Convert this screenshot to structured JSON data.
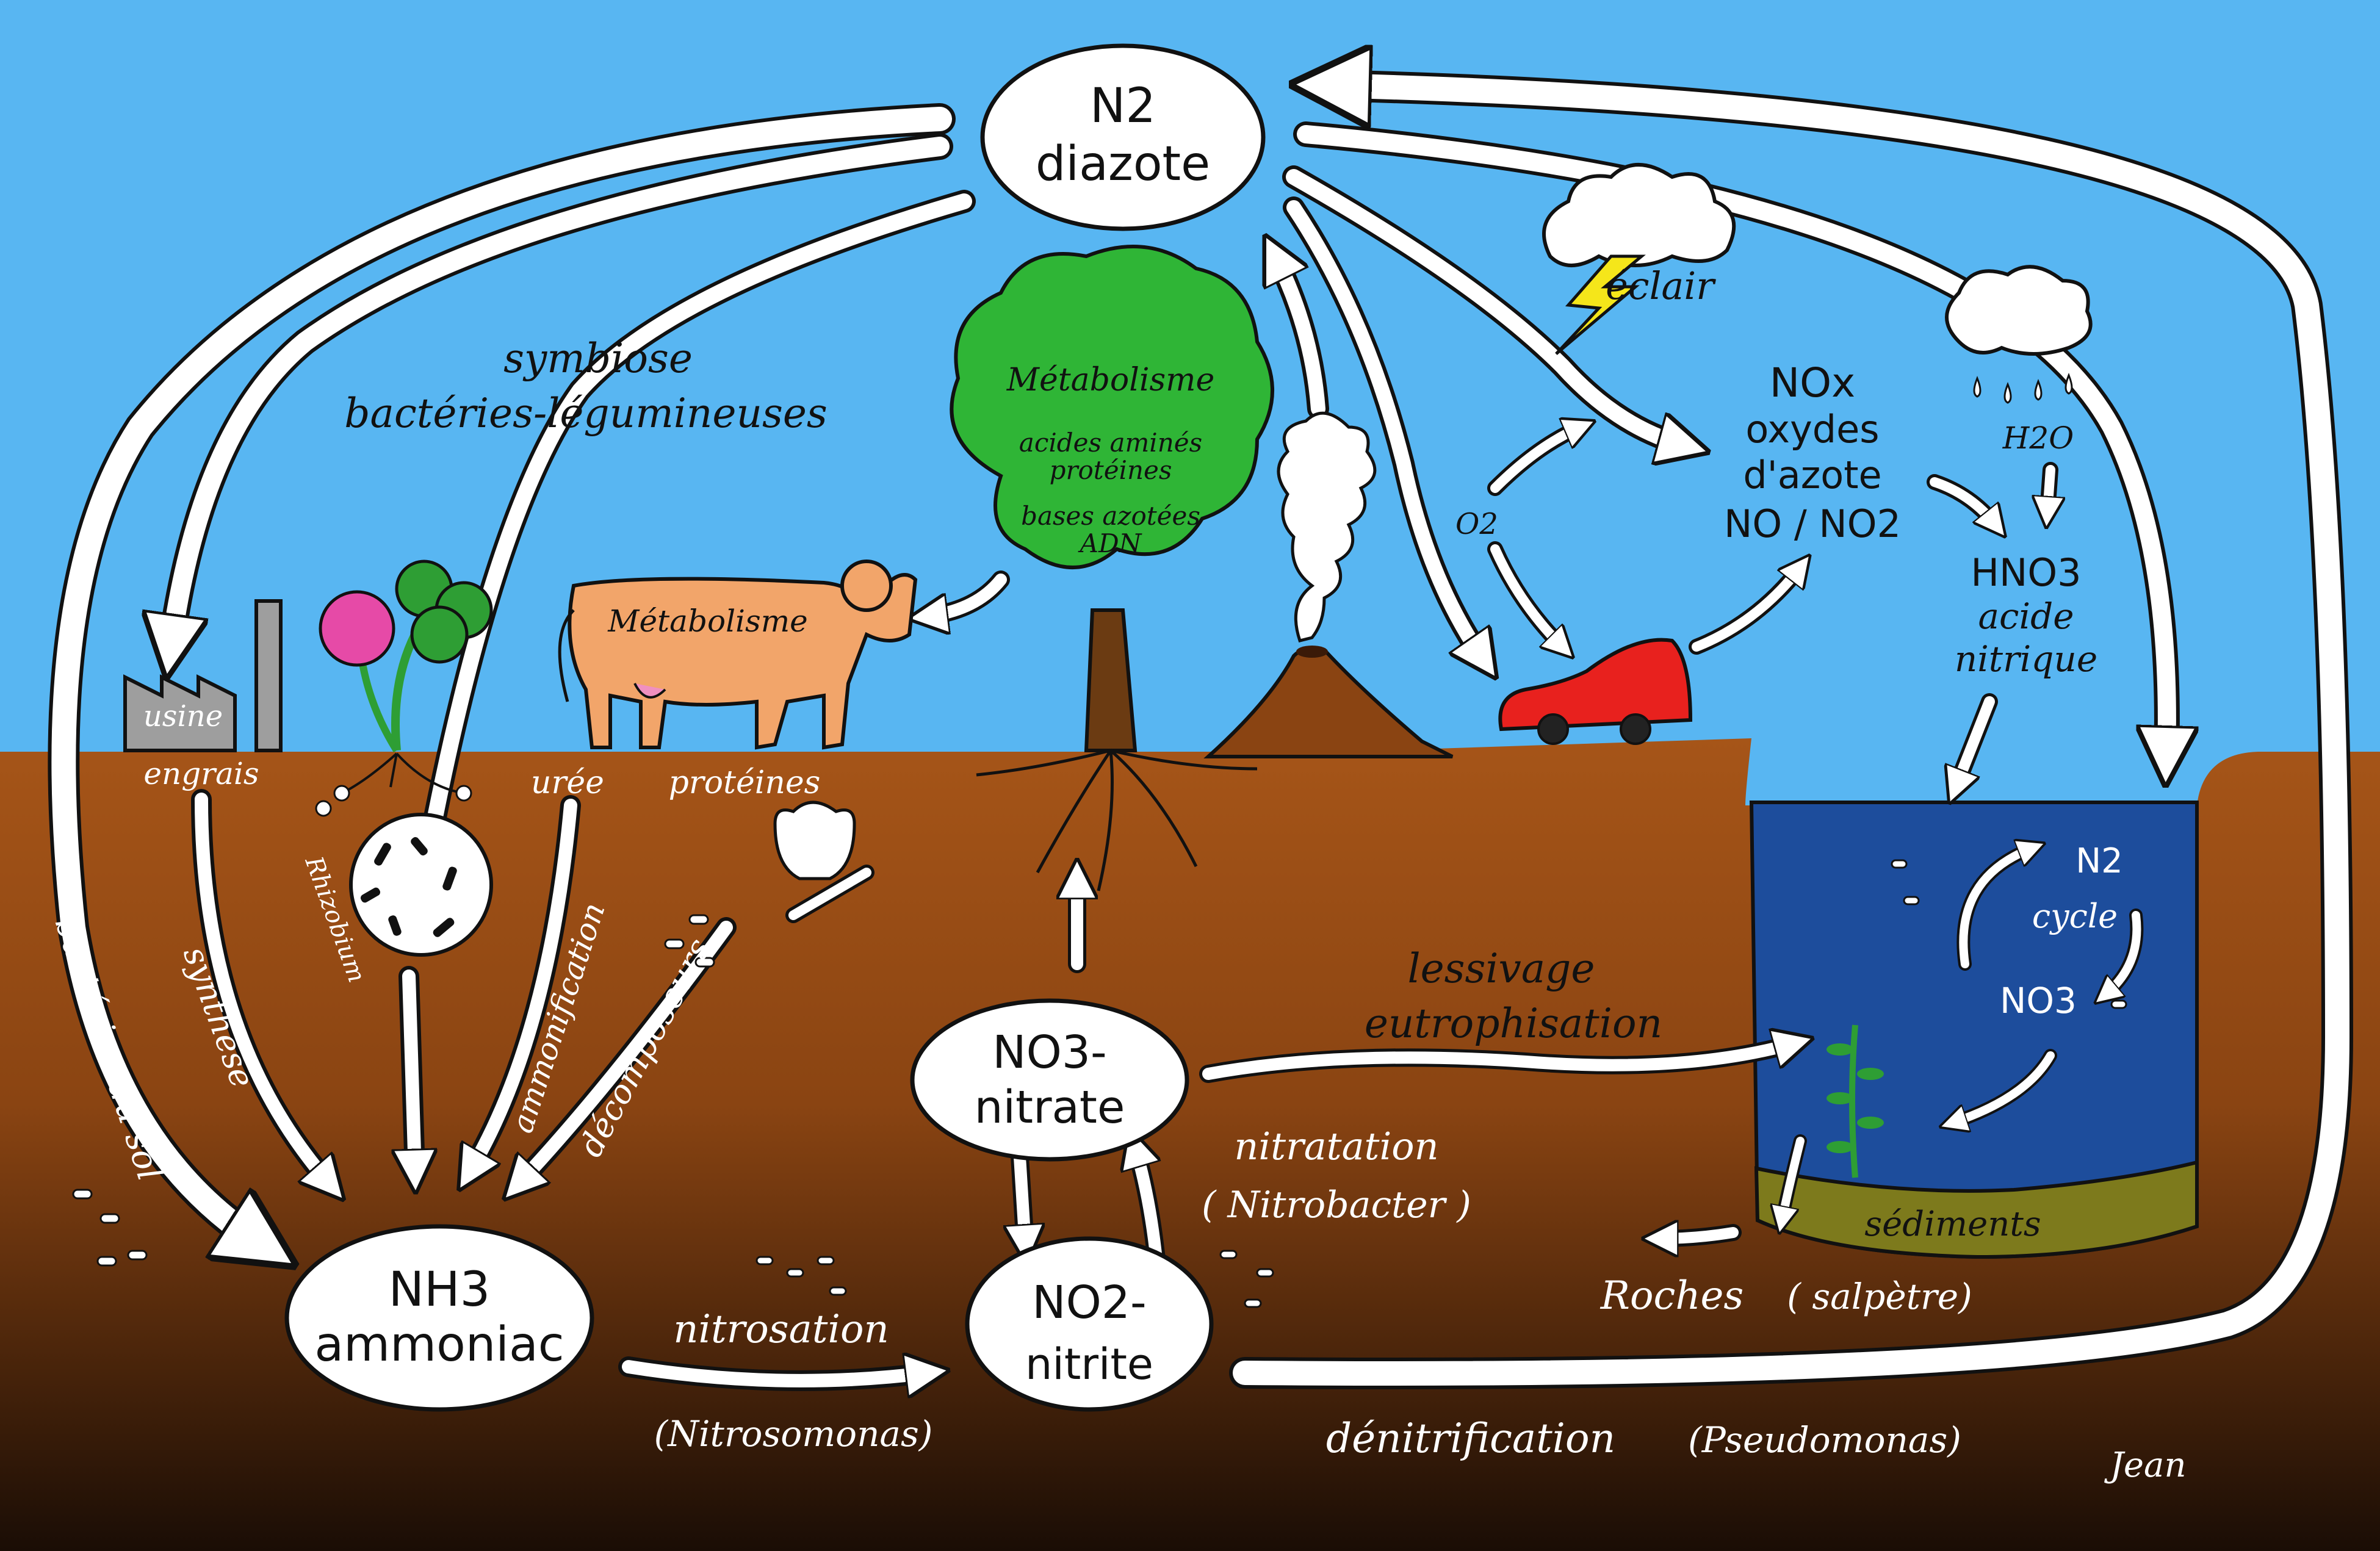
{
  "colors": {
    "sky": "#58b6f2",
    "soil_top": "#a65518",
    "soil_bottom": "#1a0d05",
    "water": "#1d4d9c",
    "sediment": "#7d7a1c",
    "tree": "#2fb536",
    "cow": "#f2a56a",
    "car": "#e8211e",
    "lightning": "#f5e61a",
    "clover_flower": "#e64aa7",
    "clover_leaf": "#2e9e34"
  },
  "nodes": {
    "n2": {
      "formula": "N2",
      "name": "diazote"
    },
    "nh3": {
      "formula": "NH3",
      "name": "ammoniac"
    },
    "no3": {
      "formula": "NO3-",
      "name": "nitrate"
    },
    "no2": {
      "formula": "NO2-",
      "name": "nitrite"
    }
  },
  "labels": {
    "symbiose": "symbiose",
    "bacteries_legumineuses": "bactéries-légumineuses",
    "metabolisme_tree": "Métabolisme",
    "acides_amines": "acides aminés",
    "proteines_tree": "protéines",
    "bases_azotees": "bases azotées",
    "adn": "ADN",
    "metabolisme_cow": "Métabolisme",
    "usine": "usine",
    "engrais": "engrais",
    "uree": "urée",
    "proteines": "protéines",
    "rhizobium": "Rhizobium",
    "ammonification": "ammonification",
    "decomposeurs": "décomposeurs",
    "synthese": "synthèse",
    "bacteries_du_sol": "bactéries du sol",
    "eclair": "éclair",
    "o2": "O2",
    "nox": "NOx",
    "oxydes": "oxydes",
    "dazote": "d'azote",
    "no_no2": "NO / NO2",
    "h2o": "H2O",
    "hno3": "HNO3",
    "acide": "acide",
    "nitrique": "nitrique",
    "lessivage": "lessivage",
    "eutrophisation": "eutrophisation",
    "nitratation": "nitratation",
    "nitrobacter": "( Nitrobacter )",
    "nitrosation": "nitrosation",
    "nitrosomonas": "(Nitrosomonas)",
    "n2_cycle": "N2",
    "cycle": "cycle",
    "no3_cycle": "NO3",
    "sediments": "sédiments",
    "roches": "Roches",
    "salpetre": "( salpètre)",
    "denitrification": "dénitrification",
    "pseudomonas": "(Pseudomonas)",
    "signature": "Jean"
  }
}
